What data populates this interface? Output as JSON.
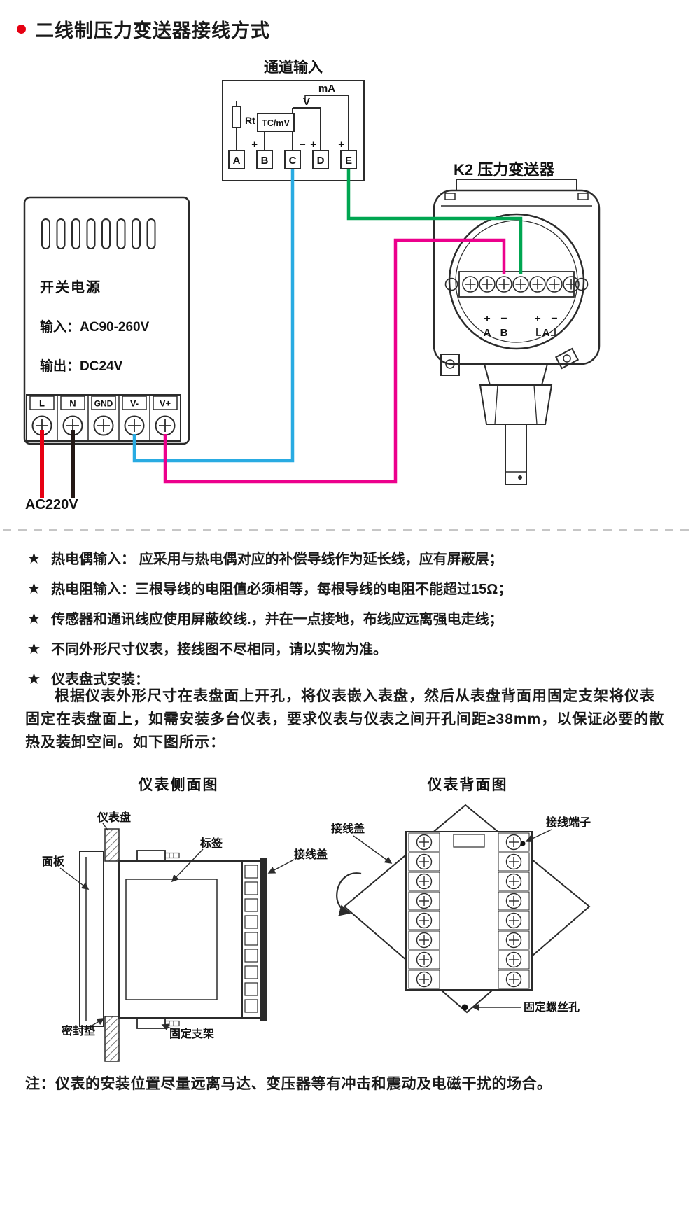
{
  "header": {
    "title": "二线制压力变送器接线方式"
  },
  "wiring": {
    "channel": {
      "title": "通道输入",
      "rt_label": "Rt",
      "tcmv_label": "TC/mV",
      "v_label": "V",
      "ma_label": "mA",
      "sign_plus_b": "+",
      "sign_minus_c": "−",
      "sign_plus_d": "+",
      "sign_plus_e": "+",
      "terminals": [
        "A",
        "B",
        "C",
        "D",
        "E"
      ]
    },
    "transmitter": {
      "title": "K2  压力变送器",
      "signs": [
        "+",
        "−",
        "+",
        "−"
      ],
      "labels": [
        "A",
        "B",
        "A"
      ]
    },
    "power": {
      "name": "开关电源",
      "input": "输入：AC90-260V",
      "output": "输出：DC24V",
      "terminals": [
        "L",
        "N",
        "GND",
        "V-",
        "V+"
      ],
      "ac": "AC220V"
    },
    "wire_colors": {
      "live": "#e60012",
      "neutral": "#231815",
      "blue": "#29abe2",
      "magenta": "#ec008c",
      "green": "#00a651"
    }
  },
  "notes": {
    "star": "★",
    "items": [
      "热电偶输入： 应采用与热电偶对应的补偿导线作为延长线，应有屏蔽层；",
      "热电阻输入：三根导线的电阻值必须相等，每根导线的电阻不能超过15Ω；",
      "传感器和通讯线应使用屏蔽绞线.，并在一点接地，布线应远离强电走线；",
      "不同外形尺寸仪表，接线图不尽相同，请以实物为准。",
      "仪表盘式安装："
    ]
  },
  "install": {
    "paragraph": "根据仪表外形尺寸在表盘面上开孔，将仪表嵌入表盘，然后从表盘背面用固定支架将仪表固定在表盘面上，如需安装多台仪表，要求仪表与仪表之间开孔间距≥38mm，以保证必要的散热及装卸空间。如下图所示："
  },
  "side_view": {
    "title": "仪表侧面图",
    "labels": {
      "panel_board": "仪表盘",
      "front_panel": "面板",
      "tag": "标签",
      "wiring_cover": "接线盖",
      "gasket": "密封垫",
      "bracket": "固定支架"
    }
  },
  "back_view": {
    "title": "仪表背面图",
    "labels": {
      "wiring_cover": "接线盖",
      "terminal": "接线端子",
      "screw_hole": "固定螺丝孔"
    }
  },
  "footer": {
    "note": "注：仪表的安装位置尽量远离马达、变压器等有冲击和震动及电磁干扰的场合。"
  }
}
